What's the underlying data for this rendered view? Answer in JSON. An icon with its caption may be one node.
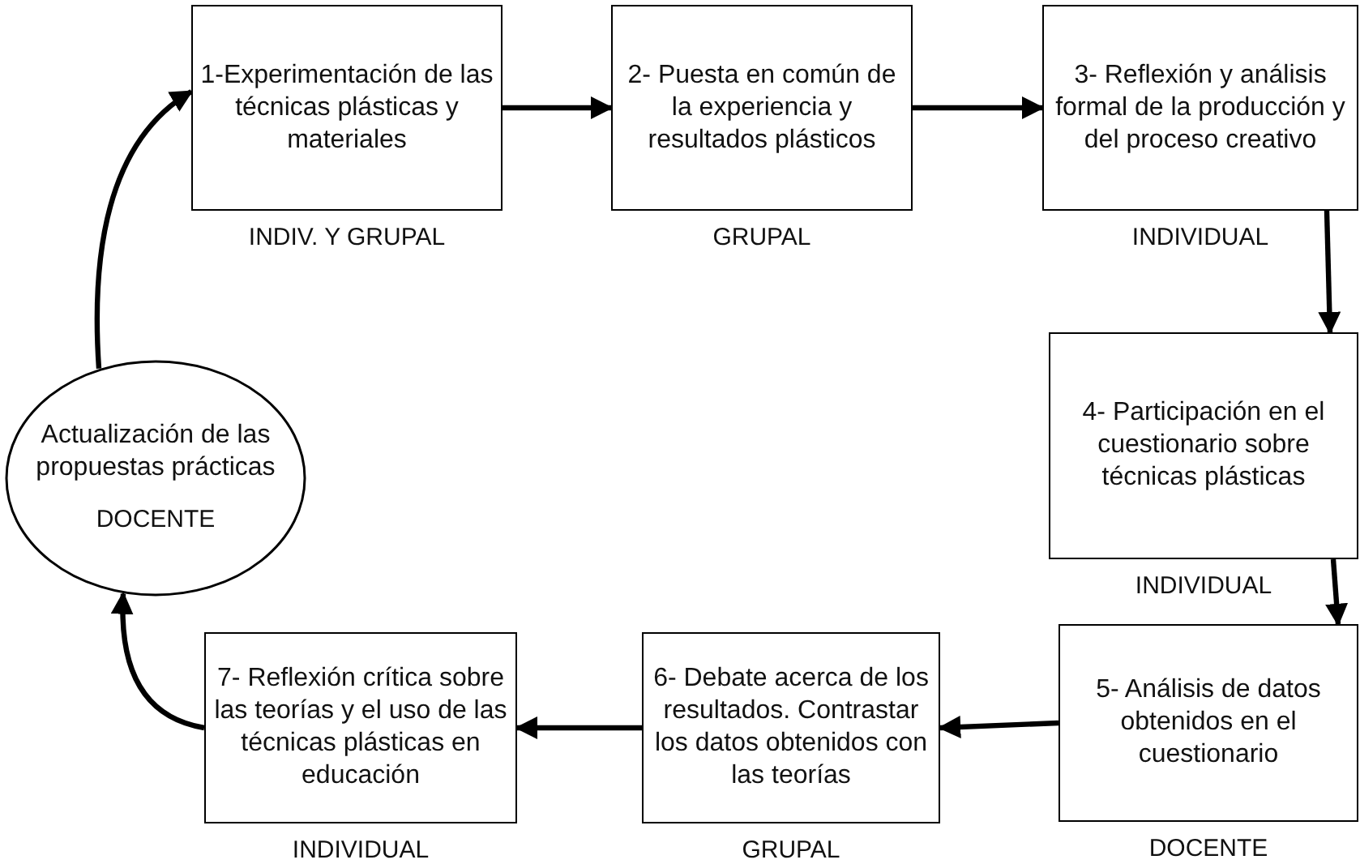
{
  "diagram": {
    "nodes": [
      {
        "text": [
          "1-Experimentación de las técnicas plásticas y materiales"
        ],
        "beside": [
          "INDIV. Y GRUPAL"
        ]
      },
      {
        "text": [
          "2- Puesta en común de la experiencia y resultados plásticos"
        ],
        "beside": [
          "GRUPAL"
        ]
      },
      {
        "text": [
          "3- Reflexión y análisis formal de la producción y del proceso creativo"
        ],
        "beside": [
          "INDIVIDUAL"
        ]
      },
      {
        "text": [
          "4- Participación en el cuestionario sobre técnicas plásticas"
        ],
        "beside": [
          "INDIVIDUAL"
        ]
      },
      {
        "text": [
          "5- Análisis de datos obtenidos en el cuestionario"
        ],
        "beside": [
          "DOCENTE"
        ]
      },
      {
        "text": [
          "6- Debate acerca de los resultados. Contrastar los datos obtenidos con las teorías"
        ],
        "beside": [
          "GRUPAL"
        ]
      },
      {
        "text": [
          "7- Reflexión crítica sobre las teorías y el uso de las técnicas plásticas en educación"
        ],
        "beside": [
          "INDIVIDUAL"
        ]
      },
      {
        "text": [
          "Actualización de las propuestas prácticas",
          "DOCENTE"
        ]
      }
    ],
    "edges": [
      {
        "from": 0,
        "to": 1,
        "arrow": "to"
      },
      {
        "from": 1,
        "to": 2,
        "arrow": "to"
      },
      {
        "from": 2,
        "to": 3,
        "arrow": "to"
      },
      {
        "from": 3,
        "to": 4,
        "arrow": "to"
      },
      {
        "from": 4,
        "to": 5,
        "arrow": "to"
      },
      {
        "from": 5,
        "to": 6,
        "arrow": "to"
      },
      {
        "from": 6,
        "to": 7,
        "arrow": "to"
      },
      {
        "from": 7,
        "to": 0,
        "arrow": "to"
      }
    ]
  }
}
